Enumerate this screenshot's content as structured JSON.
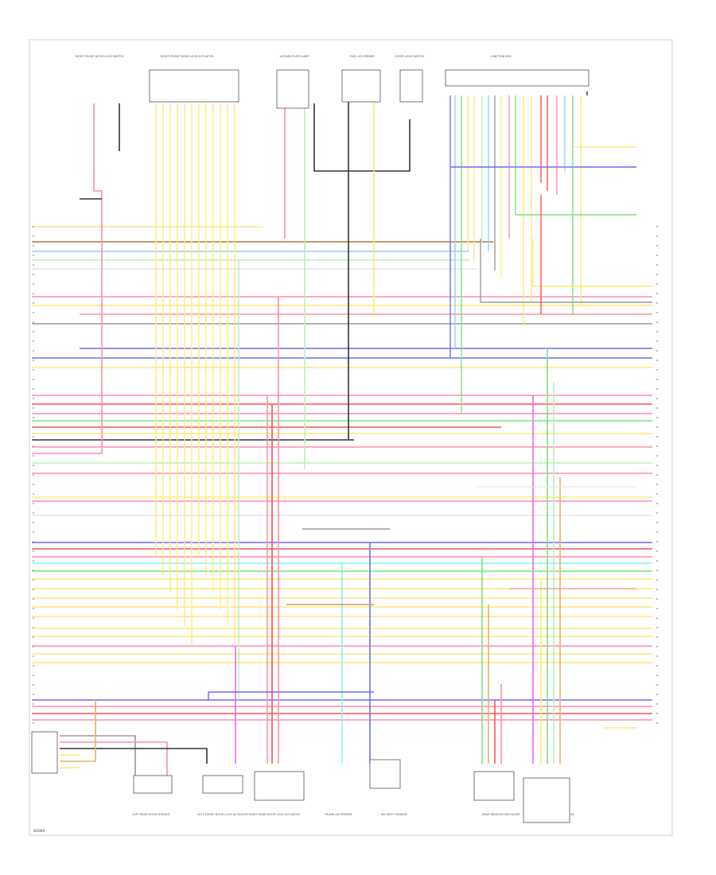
{
  "diagram": {
    "top_components": [
      "RIGHT FRONT DOOR LOCK SWITCH",
      "RIGHT FRONT DOOR LOCK ACTUATOR",
      "LICENSE PLATE LAMP",
      "FUEL LID OPENER",
      "DOOR LOCK SWITCH",
      "JUNCTION BOX"
    ],
    "bottom_components": [
      "LEFT REAR DOOR MODULE",
      "LEFT FRONT DOOR LOCK ACTUATOR",
      "RIGHT REAR DOOR LOCK ACTUATOR",
      "TRUNK LID OPENER",
      "SECURITY SENSOR",
      "REAR WINDOW DEFOGGER",
      "BODY CONTROL MODULE"
    ],
    "code": "W3089"
  }
}
